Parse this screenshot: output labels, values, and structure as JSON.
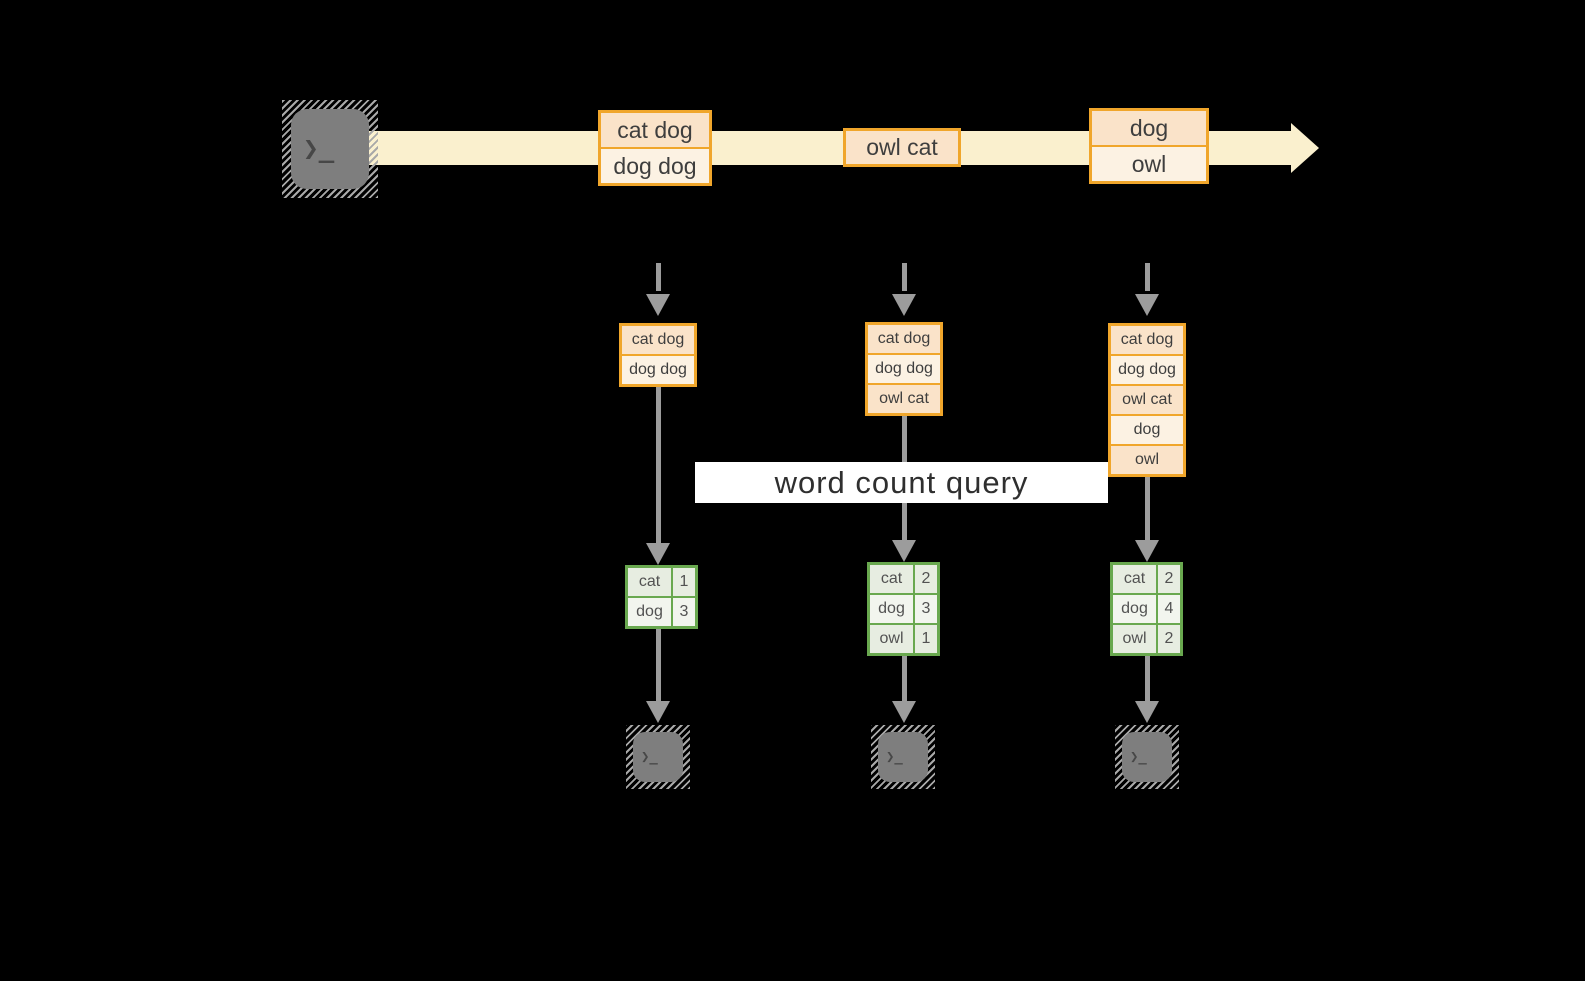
{
  "query_label": "word count query",
  "terminal_prompt": "❯_",
  "stream_batches": [
    [
      "cat dog",
      "dog dog"
    ],
    [
      "owl cat"
    ],
    [
      "dog",
      "owl"
    ]
  ],
  "micro_batches": [
    [
      "cat dog",
      "dog dog"
    ],
    [
      "cat dog",
      "dog dog",
      "owl cat"
    ],
    [
      "cat dog",
      "dog dog",
      "owl cat",
      "dog",
      "owl"
    ]
  ],
  "count_tables": [
    [
      [
        "cat",
        "1"
      ],
      [
        "dog",
        "3"
      ]
    ],
    [
      [
        "cat",
        "2"
      ],
      [
        "dog",
        "3"
      ],
      [
        "owl",
        "1"
      ]
    ],
    [
      [
        "cat",
        "2"
      ],
      [
        "dog",
        "4"
      ],
      [
        "owl",
        "2"
      ]
    ]
  ],
  "colors": {
    "background": "#000000",
    "stream_band": "#faf0ce",
    "box_border": "#f0a62b",
    "box_fill_peach": "#fae3c9",
    "box_fill_cream": "#fcf2e3",
    "table_border": "#69a84f",
    "table_fill_dark": "#e7ede1",
    "table_fill_light": "#f2f5ee",
    "arrow_gray": "#9c9c9c",
    "terminal_gray": "#7e7e7e",
    "label_bg": "#ffffff"
  }
}
